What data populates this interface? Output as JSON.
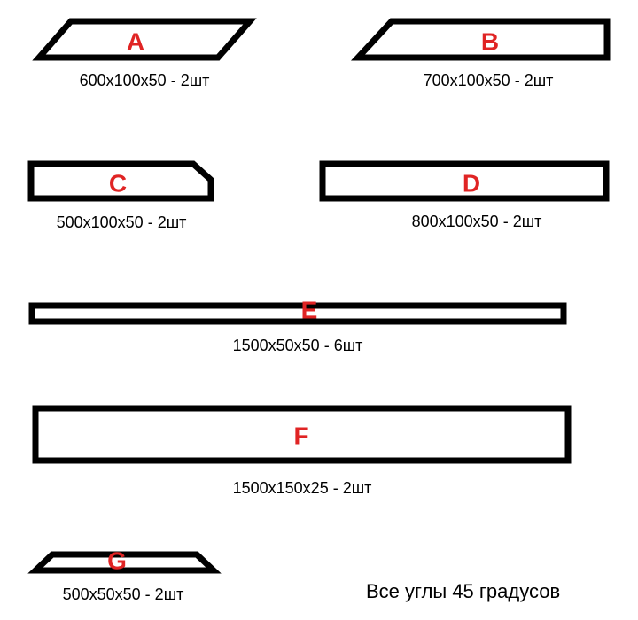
{
  "colors": {
    "outline": "#000000",
    "label": "#e02424",
    "background": "#ffffff"
  },
  "pieces": [
    {
      "letter": "A",
      "caption": "600x100x50 - 2шт"
    },
    {
      "letter": "B",
      "caption": "700x100x50 - 2шт"
    },
    {
      "letter": "C",
      "caption": "500x100x50 - 2шт"
    },
    {
      "letter": "D",
      "caption": "800x100x50 - 2шт"
    },
    {
      "letter": "E",
      "caption": "1500x50x50 - 6шт"
    },
    {
      "letter": "F",
      "caption": "1500x150x25 - 2шт"
    },
    {
      "letter": "G",
      "caption": "500x50x50 - 2шт"
    }
  ],
  "note": "Все углы 45 градусов"
}
